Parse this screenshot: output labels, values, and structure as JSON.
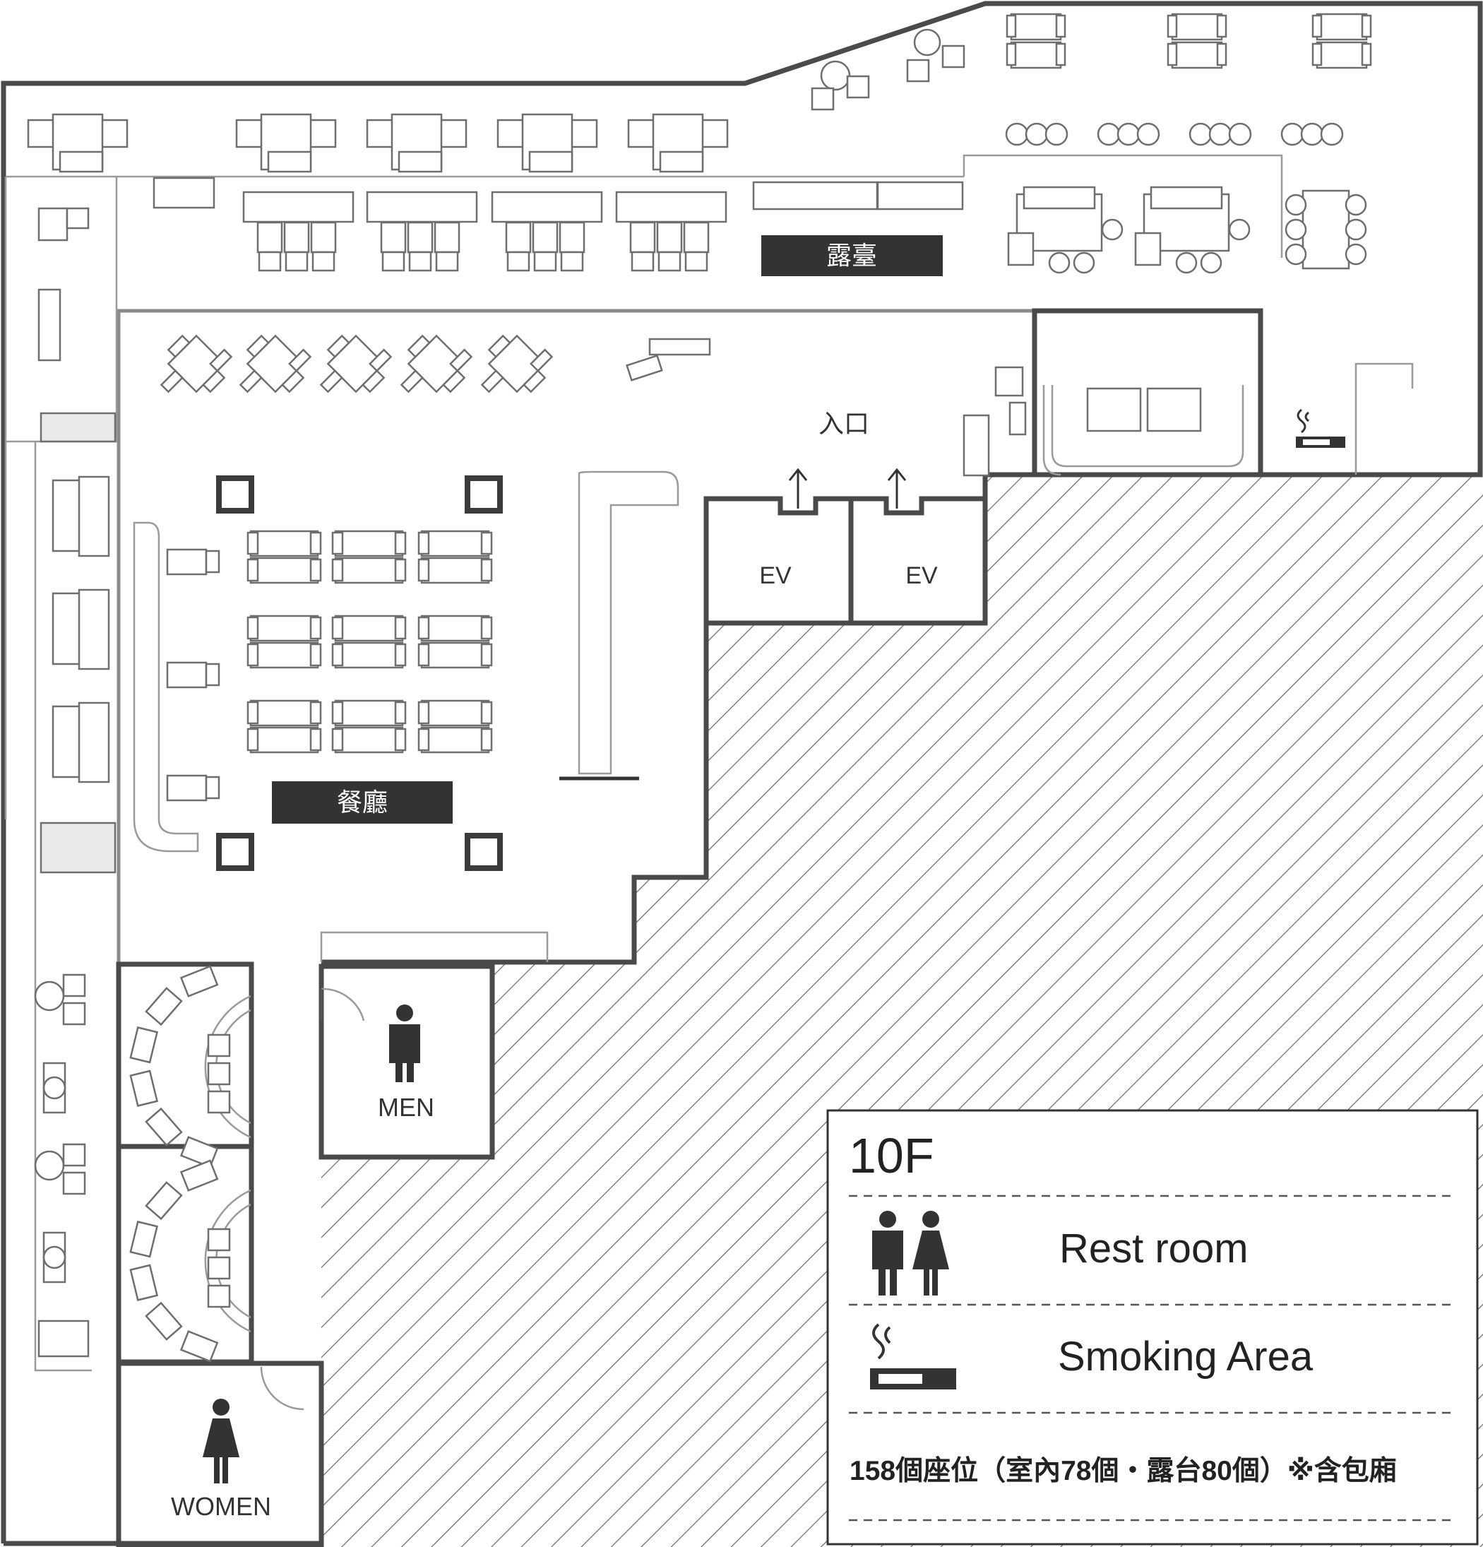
{
  "floor_label": "10F",
  "areas": {
    "terrace": "露臺",
    "restaurant": "餐廳",
    "entrance": "入口",
    "elevator_1": "EV",
    "elevator_2": "EV",
    "men": "MEN",
    "women": "WOMEN"
  },
  "legend": {
    "items": [
      {
        "icon": "restroom-icon",
        "label": "Rest room"
      },
      {
        "icon": "smoking-icon",
        "label": "Smoking Area"
      }
    ],
    "seats_note": "158個座位（室內78個・露台80個）※含包廂"
  },
  "colors": {
    "wall": "#4a4a4a",
    "label_bg": "#333333",
    "label_text": "#ffffff",
    "hatch": "#6a6a6a"
  }
}
